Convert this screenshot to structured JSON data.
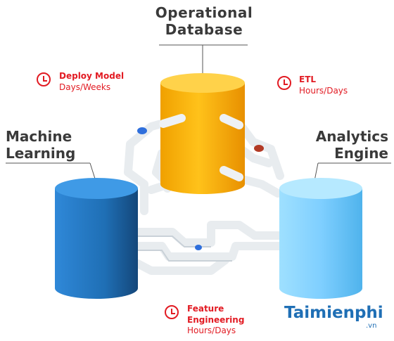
{
  "titles": {
    "operational_database_line1": "Operational",
    "operational_database_line2": "Database",
    "machine_learning_line1": "Machine",
    "machine_learning_line2": "Learning",
    "analytics_engine_line1": "Analytics",
    "analytics_engine_line2": "Engine"
  },
  "labels": {
    "deploy_model": {
      "name": "Deploy Model",
      "time": "Days/Weeks"
    },
    "etl": {
      "name": "ETL",
      "time": "Hours/Days"
    },
    "feature_engineering": {
      "name_line1": "Feature",
      "name_line2": "Engineering",
      "time": "Hours/Days"
    }
  },
  "watermark": {
    "name": "Taimienphi",
    "suffix": ".vn"
  },
  "colors": {
    "database_orange": "#f5a300",
    "ml_blue": "#1f6fb5",
    "analytics_lightblue": "#7fcfff",
    "label_red": "#e21b23",
    "title_gray": "#3a3a3a",
    "pipe_white": "#eef1f4"
  },
  "icons": [
    "clock-icon",
    "valve-handle-icon"
  ]
}
